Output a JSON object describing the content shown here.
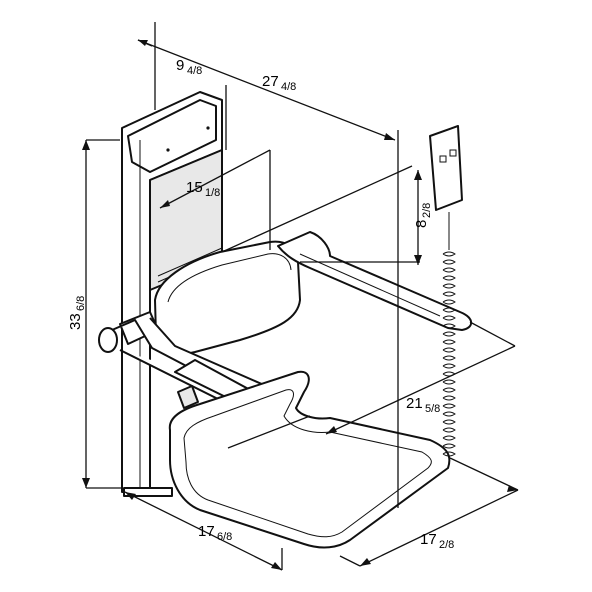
{
  "diagram": {
    "dimensions": [
      {
        "id": "depth-top",
        "whole": "9",
        "frac": "4/8"
      },
      {
        "id": "overall-depth",
        "whole": "27",
        "frac": "4/8"
      },
      {
        "id": "seat-height-offset",
        "whole": "15",
        "frac": "1/8"
      },
      {
        "id": "remote-drop",
        "whole": "8",
        "frac": "2/8"
      },
      {
        "id": "overall-height",
        "whole": "33",
        "frac": "6/8"
      },
      {
        "id": "seat-depth",
        "whole": "21",
        "frac": "5/8"
      },
      {
        "id": "seat-width",
        "whole": "17",
        "frac": "6/8"
      },
      {
        "id": "overall-width",
        "whole": "17",
        "frac": "2/8"
      }
    ]
  }
}
